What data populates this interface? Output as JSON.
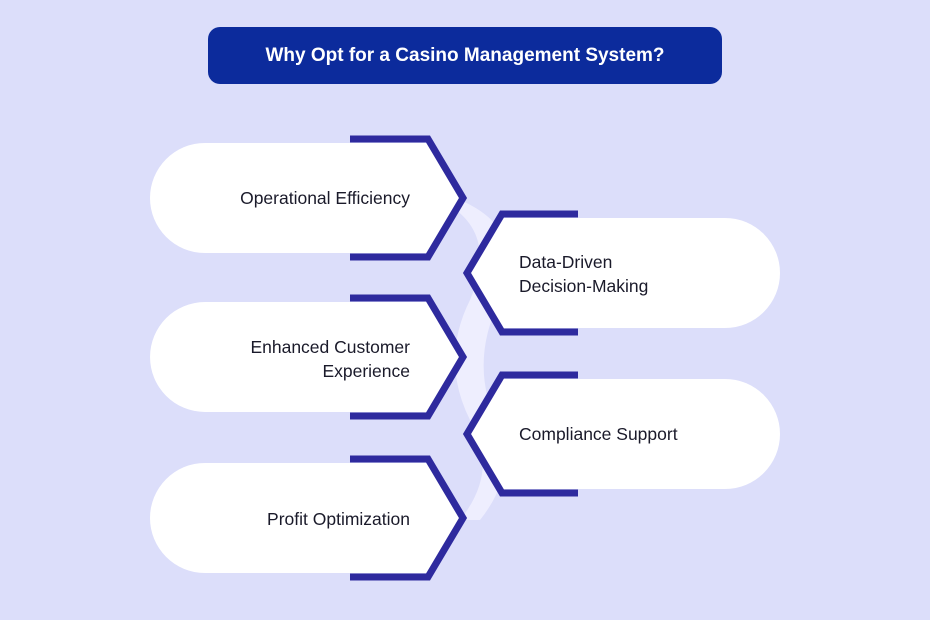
{
  "title": "Why Opt for a Casino Management System?",
  "items": [
    {
      "label": "Operational Efficiency",
      "side": "left"
    },
    {
      "label": "Data-Driven\nDecision-Making",
      "side": "right"
    },
    {
      "label": "Enhanced Customer\nExperience",
      "side": "left"
    },
    {
      "label": "Compliance Support",
      "side": "right"
    },
    {
      "label": "Profit Optimization",
      "side": "left"
    }
  ],
  "colors": {
    "background": "#dcdefa",
    "title_bg": "#0c2b9c",
    "accent": "#2e2a9e",
    "card": "#ffffff"
  }
}
